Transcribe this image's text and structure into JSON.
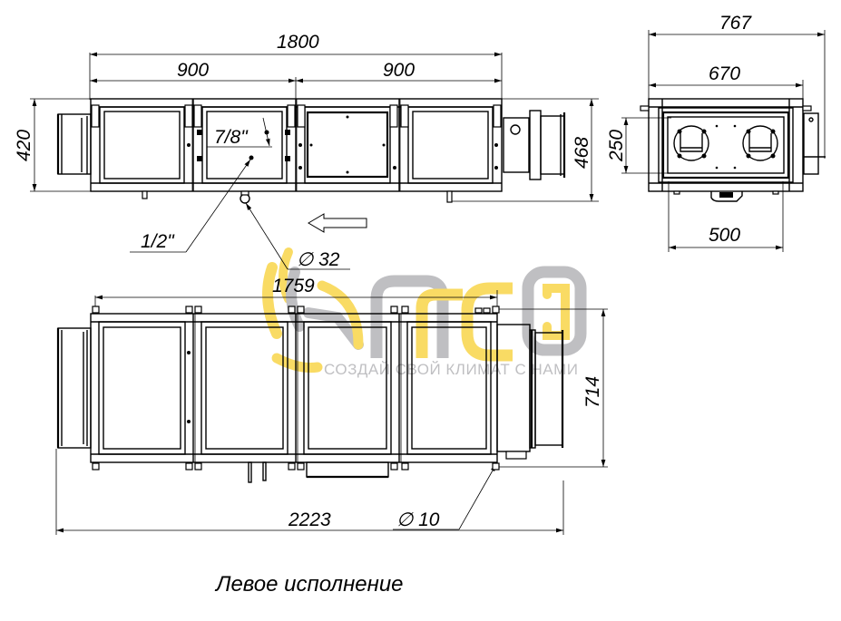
{
  "drawing": {
    "caption": "Левое исполнение",
    "top_view": {
      "overall_length": "1800",
      "section_left": "900",
      "section_right": "900",
      "height_body": "420",
      "height_total": "468",
      "pipe_label_1": "7/8\"",
      "pipe_label_2": "1/2\"",
      "drain_label": "∅ 32",
      "airflow_direction": "left"
    },
    "end_view": {
      "width_total": "767",
      "width_body": "670",
      "duct_height": "250",
      "support_spacing": "500"
    },
    "side_view": {
      "body_length": "1759",
      "overall_length": "2223",
      "height_total": "714",
      "hole_label": "∅ 10"
    }
  },
  "watermark": {
    "logo_text": "ЛЕО",
    "slogan": "СОЗДАЙ СВОЙ КЛИМАТ С НАМИ",
    "colors": {
      "yellow": "#f9d54a",
      "gray": "#b5b5b8"
    }
  }
}
